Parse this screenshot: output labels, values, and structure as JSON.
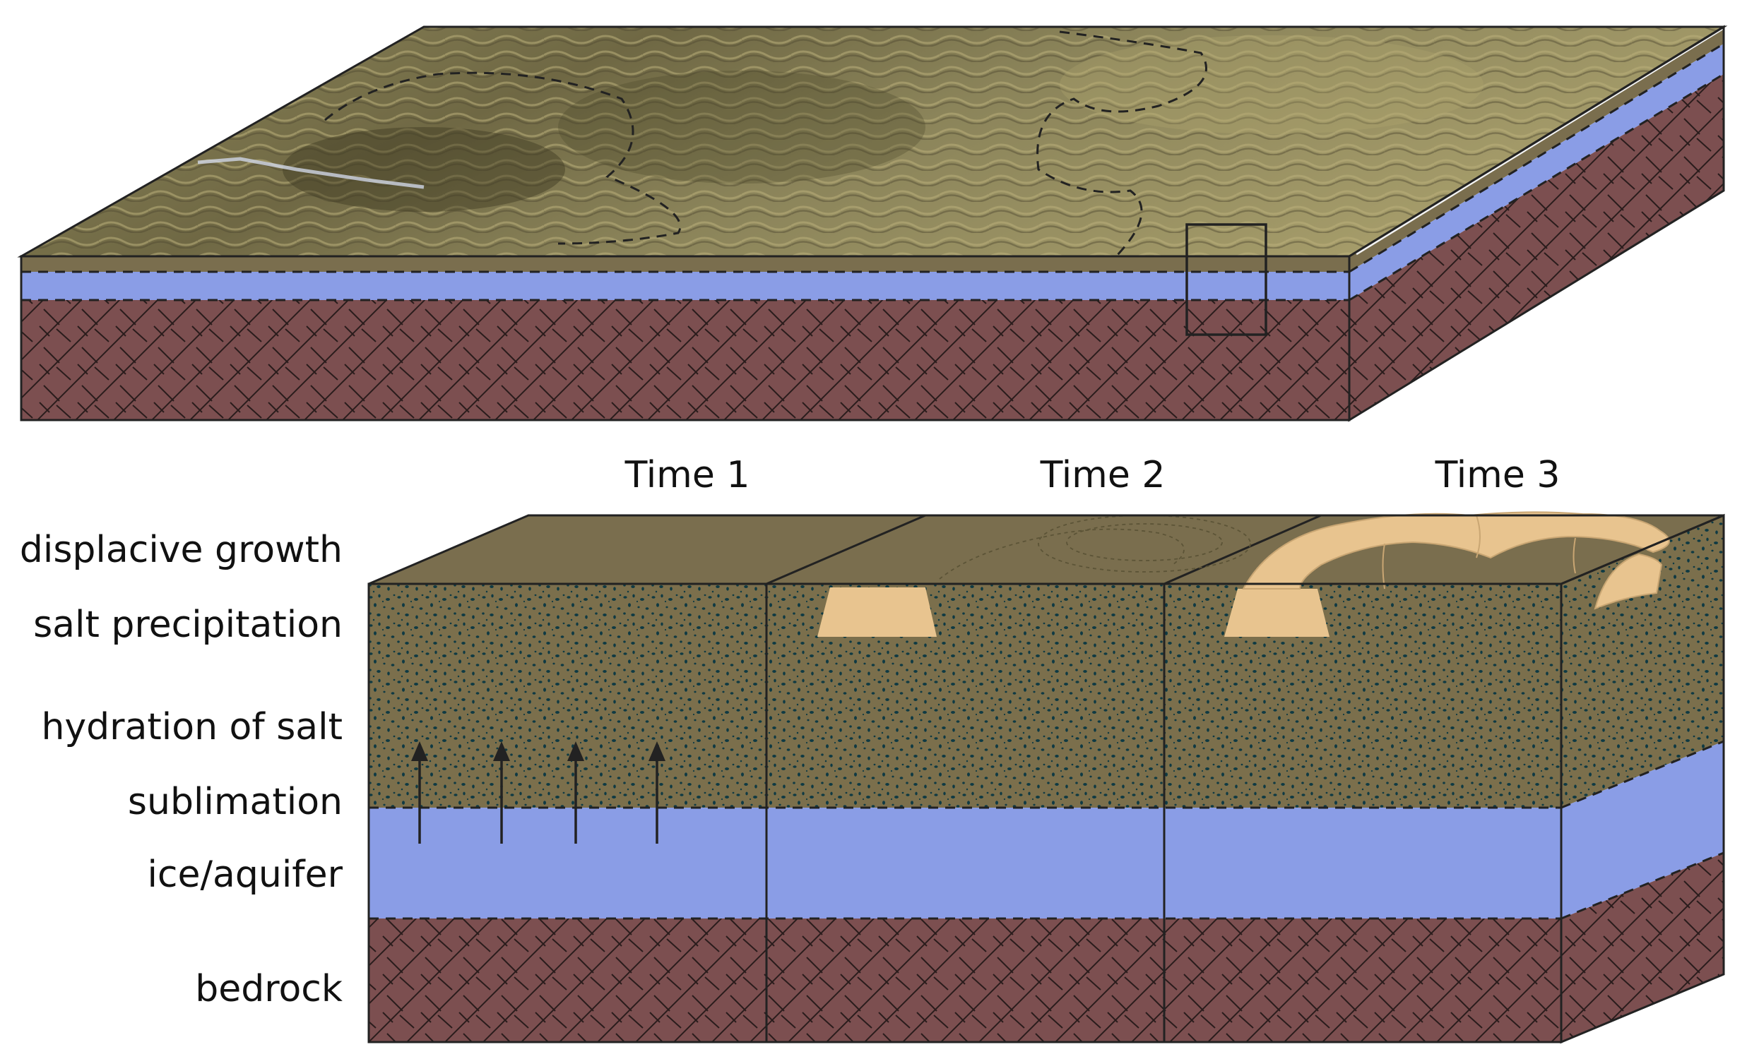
{
  "colors": {
    "regolith": "#7b6f4c",
    "regolith_top": "#7a6e4e",
    "ice": "#8a9de6",
    "bedrock": "#7c4f50",
    "salt": "#e8c48f",
    "speckle": "#0f3a43",
    "terrain_light": "#9c9463",
    "terrain_dark": "#5d5637"
  },
  "time_labels": [
    "Time 1",
    "Time 2",
    "Time 3"
  ],
  "layer_labels": {
    "displacive_growth": "displacive growth",
    "salt_precipitation": "salt precipitation",
    "hydration_of_salt": "hydration of salt",
    "sublimation": "sublimation",
    "ice_aquifer": "ice/aquifer",
    "bedrock": "bedrock"
  }
}
